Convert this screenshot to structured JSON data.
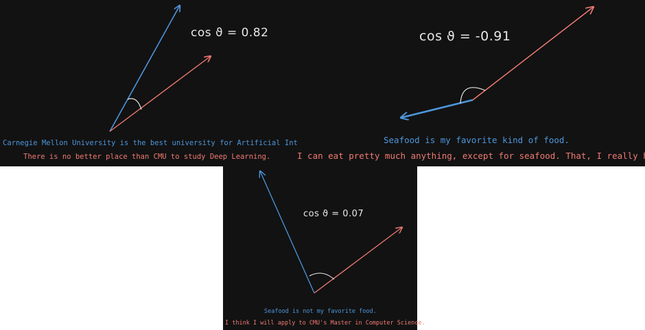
{
  "colors": {
    "panel_background": "#121212",
    "blue_vector": "#4d96db",
    "red_vector": "#f07a72",
    "label_text": "#e8e8e8"
  },
  "panels": [
    {
      "cos_label": "cos ϑ = 0.82",
      "sentence_blue": "Carnegie Mellon University is the best university for Artificial Intelligence.",
      "sentence_red": "There is no better place than CMU to study Deep Learning."
    },
    {
      "cos_label": "cos ϑ = -0.91",
      "sentence_blue": "Seafood is my favorite kind of food.",
      "sentence_red": "I can eat pretty much anything, except for seafood. That, I really hate!"
    },
    {
      "cos_label": "cos ϑ = 0.07",
      "sentence_blue": "Seafood is not my favorite food.",
      "sentence_red": "I think I will apply to CMU's Master in Computer Science."
    }
  ]
}
